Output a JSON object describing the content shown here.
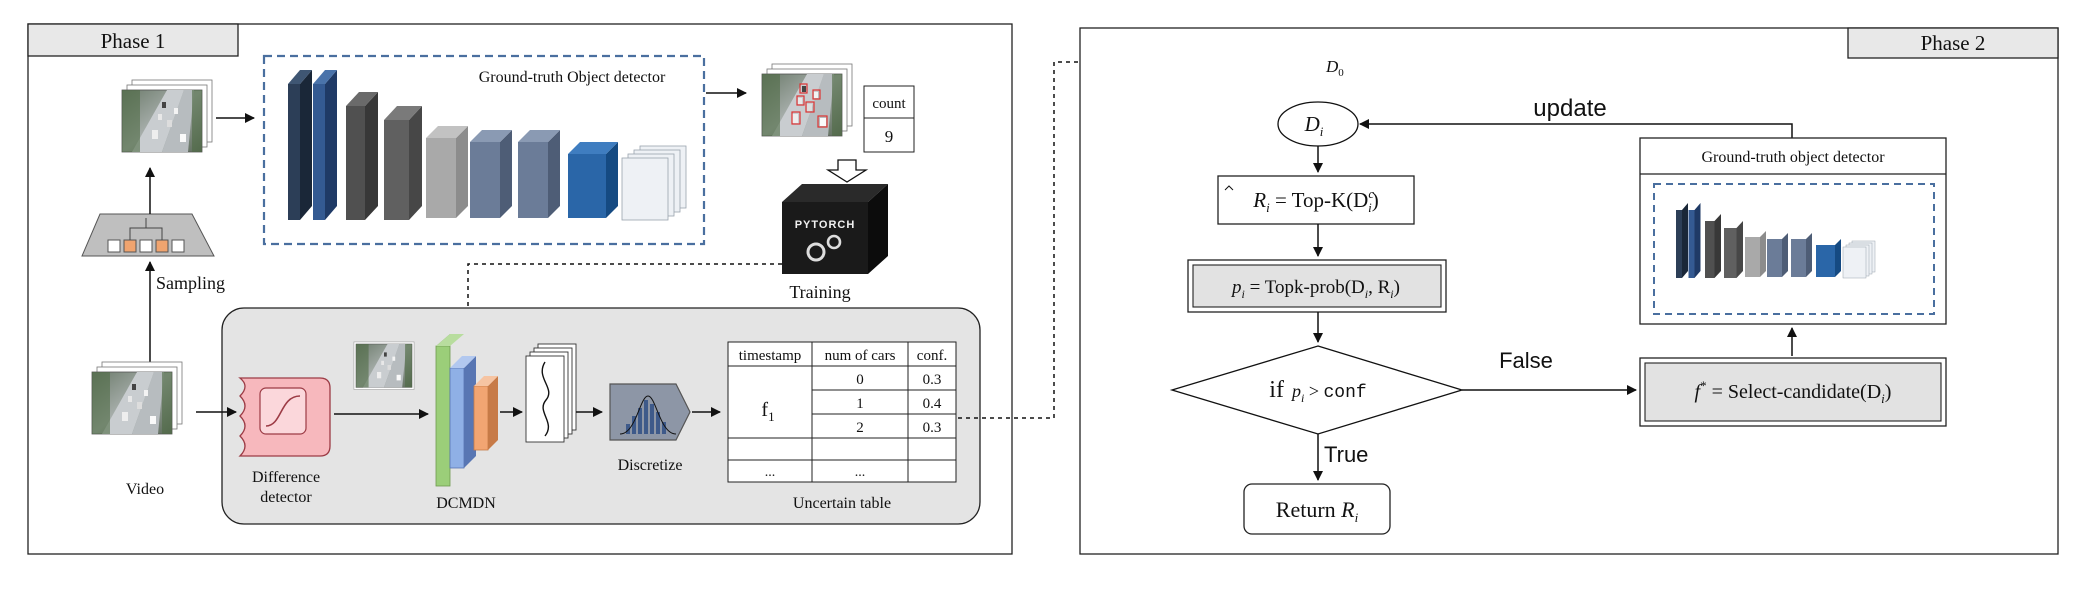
{
  "phase1": {
    "title": "Phase 1",
    "sampling_label": "Sampling",
    "video_label": "Video",
    "gt_detector_label": "Ground-truth Object detector",
    "count_label": "count",
    "count_value": "9",
    "pytorch_logo_text": "PYTORCH",
    "training_label": "Training",
    "difference_detector_label_line1": "Difference",
    "difference_detector_label_line2": "detector",
    "dcmdn_label": "DCMDN",
    "discretize_label": "Discretize",
    "uncertain_table": {
      "caption": "Uncertain table",
      "headers": [
        "timestamp",
        "num of cars",
        "conf."
      ],
      "frame_label": "f",
      "frame_subscript": "1",
      "rows": [
        {
          "num": "0",
          "conf": "0.3"
        },
        {
          "num": "1",
          "conf": "0.4"
        },
        {
          "num": "2",
          "conf": "0.3"
        }
      ],
      "ellipsis_row": [
        "...",
        "..."
      ]
    }
  },
  "phase2": {
    "title": "Phase 2",
    "d0_label": "D",
    "d0_sub": "0",
    "di_label": "D",
    "di_sub": "i",
    "update_label": "update",
    "topk_box": {
      "lhs": "R",
      "lhs_sub": "i",
      "rhs": " = Top-K(D",
      "rhs_sup": "c",
      "rhs_sub": "i",
      "close": ")"
    },
    "topkprob_box": {
      "lhs": "p",
      "lhs_sub": "i",
      "rhs": " = Topk-prob(D",
      "rhs_sub": "i",
      "mid": ", R",
      "mid_sub": "i",
      "close": ")"
    },
    "decision": {
      "if_text": "if",
      "p": "p",
      "p_sub": "i",
      "op": " > ",
      "conf": "conf"
    },
    "false_label": "False",
    "true_label": "True",
    "return_box": {
      "text": "Return ",
      "r": "R",
      "r_sub": "i"
    },
    "gt_detector_label": "Ground-truth object detector",
    "select_box": {
      "f": "f",
      "f_sup": "*",
      "rhs": " = Select-candidate(D",
      "rhs_sub": "i",
      "close": ")"
    }
  }
}
